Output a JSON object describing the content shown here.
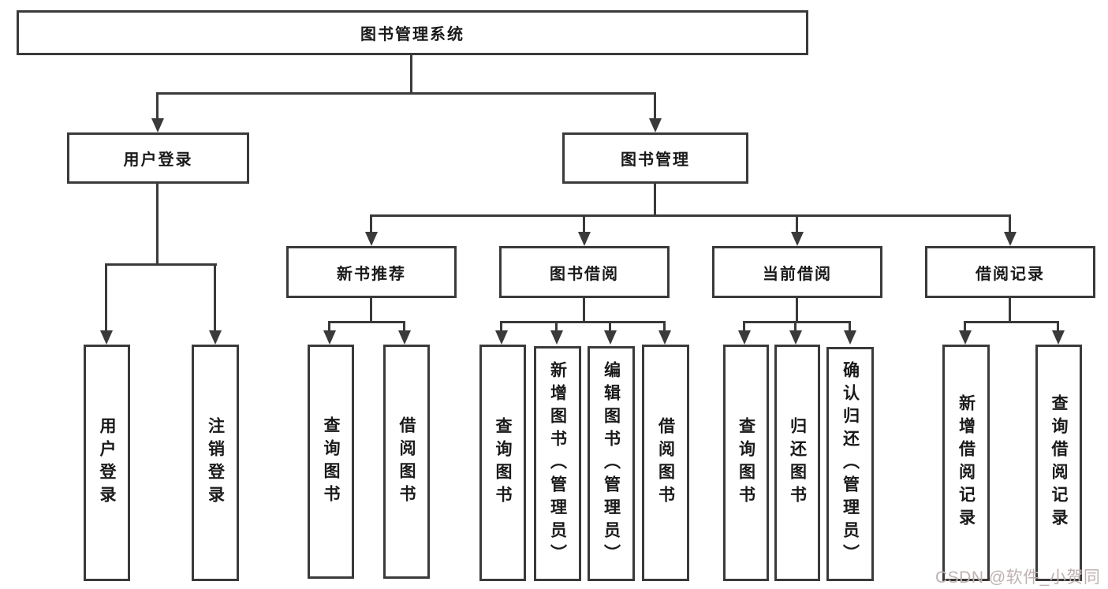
{
  "diagram": {
    "type": "hierarchy-tree",
    "tree": {
      "label": "图书管理系统",
      "children": [
        {
          "label": "用户登录",
          "children": [
            {
              "label": "用户登录"
            },
            {
              "label": "注销登录"
            }
          ]
        },
        {
          "label": "图书管理",
          "children": [
            {
              "label": "新书推荐",
              "children": [
                {
                  "label": "查询图书"
                },
                {
                  "label": "借阅图书"
                }
              ]
            },
            {
              "label": "图书借阅",
              "children": [
                {
                  "label": "查询图书"
                },
                {
                  "label": "新增图书（管理员）"
                },
                {
                  "label": "编辑图书（管理员）"
                },
                {
                  "label": "借阅图书"
                }
              ]
            },
            {
              "label": "当前借阅",
              "children": [
                {
                  "label": "查询图书"
                },
                {
                  "label": "归还图书"
                },
                {
                  "label": "确认归还（管理员）"
                }
              ]
            },
            {
              "label": "借阅记录",
              "children": [
                {
                  "label": "新增借阅记录"
                },
                {
                  "label": "查询借阅记录"
                }
              ]
            }
          ]
        }
      ]
    },
    "colors": {
      "line": "#3a3a3a",
      "box_background": "#ffffff",
      "text": "#1a1a1a",
      "watermark": "#bfb1b1",
      "page_background": "#ffffff"
    }
  },
  "watermark": {
    "text": "CSDN @软件_小贺同学"
  }
}
